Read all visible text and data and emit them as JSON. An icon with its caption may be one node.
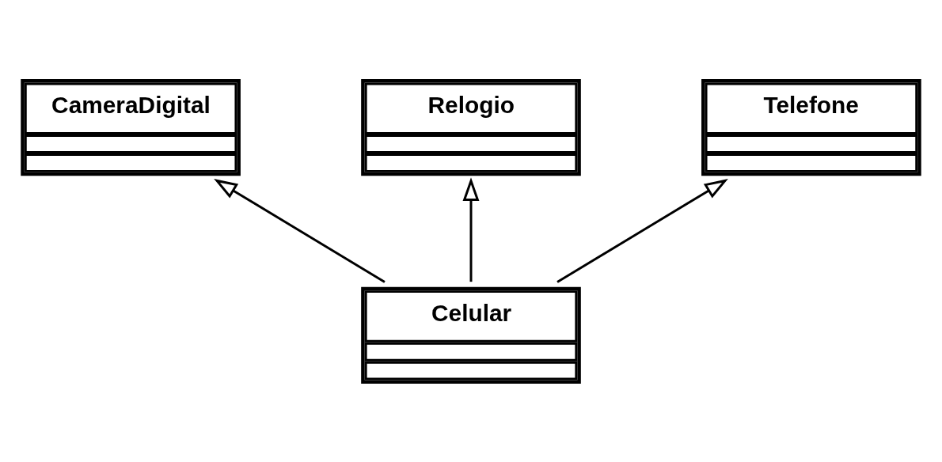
{
  "diagram": {
    "nodes": [
      {
        "text": [
          "CameraDigital"
        ]
      },
      {
        "text": [
          "Relogio"
        ]
      },
      {
        "text": [
          "Telefone"
        ]
      },
      {
        "text": [
          "Celular"
        ]
      }
    ],
    "edges": [
      {
        "from": 3,
        "to": 0,
        "arrow": "to"
      },
      {
        "from": 3,
        "to": 1,
        "arrow": "to"
      },
      {
        "from": 3,
        "to": 2,
        "arrow": "to"
      }
    ]
  }
}
